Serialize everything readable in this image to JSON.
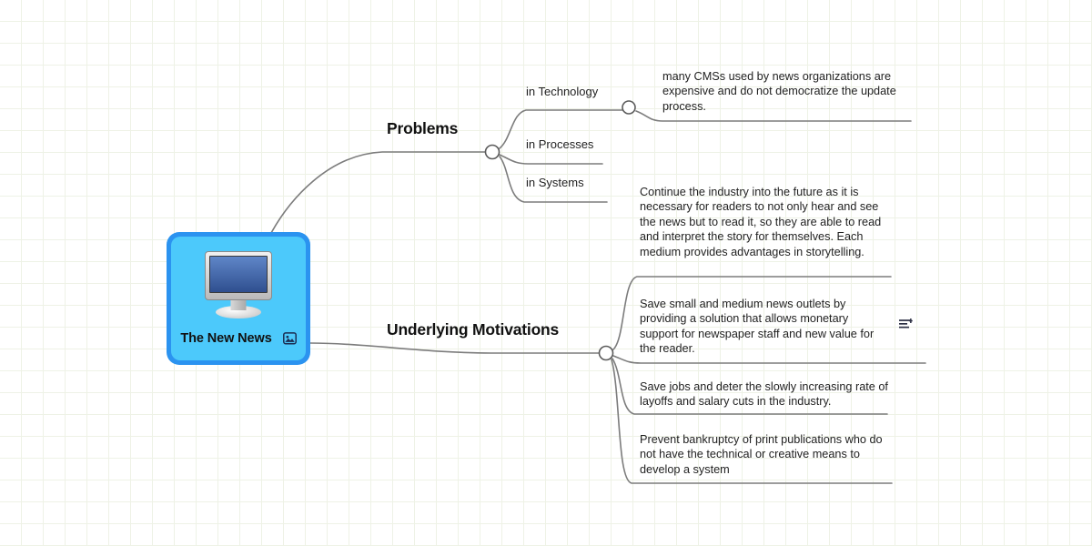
{
  "canvas": {
    "background_color": "#ffffff",
    "grid_color": "#eef2e6",
    "wire_color": "#7c7c7c"
  },
  "central_node": {
    "label": "The New News",
    "icon": "picture-icon",
    "decor_icon": "desktop-monitor-icon",
    "border_color": "#2b93f0",
    "fill_color": "#4cc9fb"
  },
  "branches": [
    {
      "title": "Problems",
      "children": [
        {
          "title": "in Technology",
          "leaves": [
            {
              "text": "many CMSs used by news organizations are expensive and do not democratize the update process."
            }
          ]
        },
        {
          "title": "in Processes",
          "leaves": []
        },
        {
          "title": "in Systems",
          "leaves": []
        }
      ]
    },
    {
      "title": "Underlying Motivations",
      "children": [],
      "leaves": [
        {
          "text": "Continue the industry into the future as it is necessary for readers to not only hear and see the news but to read it, so they are able to read and interpret the story for themselves. Each medium provides advantages in storytelling."
        },
        {
          "text": "Save small and medium news outlets by providing a solution that allows monetary support for newspaper staff and new value for the reader.",
          "icon": "notes-add-icon"
        },
        {
          "text": "Save jobs and deter the slowly increasing rate of layoffs and salary cuts in the industry."
        },
        {
          "text": "Prevent bankruptcy of print publications who do not have the technical or creative means to develop a system"
        }
      ]
    }
  ]
}
